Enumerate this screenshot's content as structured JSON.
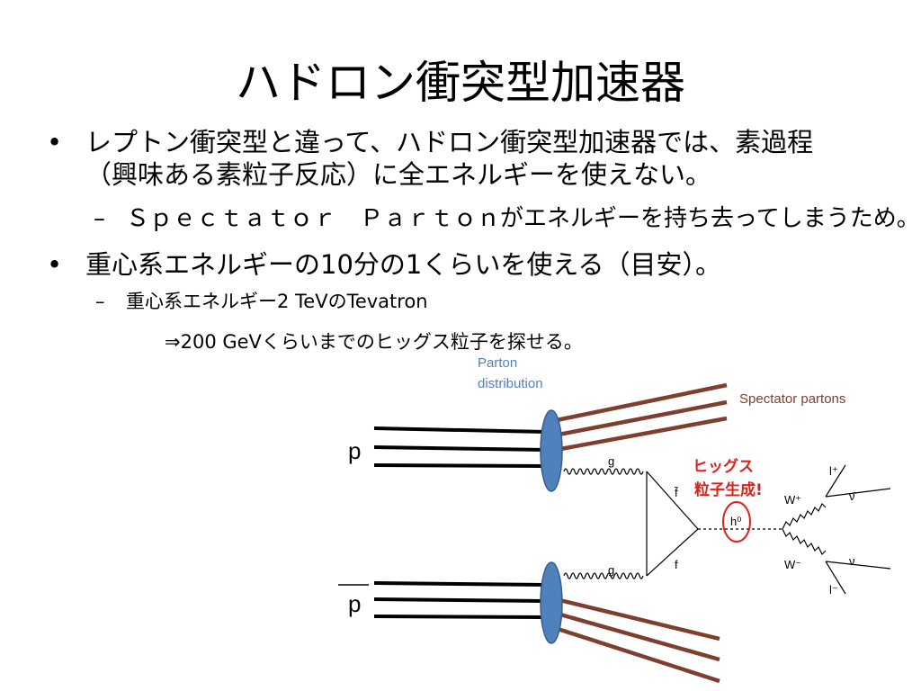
{
  "slide": {
    "title": "ハドロン衝突型加速器",
    "bullets": [
      {
        "marker": "•",
        "lines": [
          "レプトン衝突型と違って、ハドロン衝突型加速器では、素過程",
          "（興味ある素粒子反応）に全エネルギーを使えない。"
        ]
      },
      {
        "marker": "–",
        "lines": [
          "Ｓｐｅｃｔａｔｏｒ　Ｐａｒｔｏｎがエネルギーを持ち去ってしまうため。"
        ]
      },
      {
        "marker": "•",
        "lines": [
          "重心系エネルギーの10分の1くらいを使える（目安）。"
        ]
      },
      {
        "marker": "–",
        "lines": [
          "重心系エネルギー2 TeVのTevatron"
        ]
      },
      {
        "marker": "",
        "lines": [
          "⇒200 GeVくらいまでのヒッグス粒子を探せる。"
        ]
      }
    ]
  },
  "diagram": {
    "labels": {
      "parton_distribution": [
        "Parton",
        "distribution"
      ],
      "spectator": "Spectator partons",
      "proton": "p",
      "antiproton": "p",
      "higgs_annotation": [
        "ヒッグス",
        "粒子生成!"
      ],
      "gluon": "g",
      "fbar": "f̄",
      "f": "f",
      "higgs": "h⁰",
      "w_plus": "W⁺",
      "w_minus": "W⁻",
      "l_plus": "l⁺",
      "l_minus": "l⁻",
      "nu_bar": "ν̄",
      "nu": "ν"
    },
    "colors": {
      "parton_blob": "#4f81bd",
      "spectator_lines": "#7f3f2f",
      "higgs_circle": "#e0201b",
      "label_blue": "#4f81bd",
      "annotation_red": "#e0201b"
    }
  }
}
